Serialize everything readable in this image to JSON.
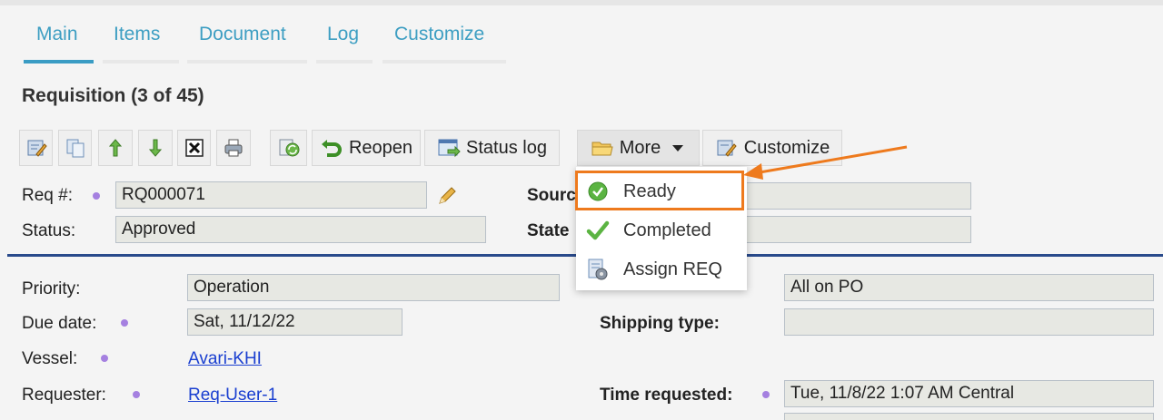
{
  "tabs": [
    {
      "label": "Main",
      "active": true
    },
    {
      "label": "Items"
    },
    {
      "label": "Document"
    },
    {
      "label": "Log"
    },
    {
      "label": "Customize"
    }
  ],
  "page_title": "Requisition (3 of 45)",
  "toolbar": {
    "reopen_label": "Reopen",
    "status_log_label": "Status log",
    "more_label": "More",
    "customize_label": "Customize"
  },
  "more_menu": {
    "items": [
      {
        "label": "Ready",
        "icon": "check-circle-icon"
      },
      {
        "label": "Completed",
        "icon": "checkmark-icon"
      },
      {
        "label": "Assign REQ",
        "icon": "assign-doc-icon"
      }
    ]
  },
  "header_fields": {
    "req_label": "Req #:",
    "req_value": "RQ000071",
    "status_label": "Status:",
    "status_value": "Approved",
    "source_label": "Sourc",
    "state_label": "State"
  },
  "details": {
    "priority_label": "Priority:",
    "priority_value": "Operation",
    "due_label": "Due date:",
    "due_value": "Sat, 11/12/22",
    "vessel_label": "Vessel:",
    "vessel_value": "Avari-KHI",
    "requester_label": "Requester:",
    "requester_value": "Req-User-1",
    "reqon_value": "All on PO",
    "shipping_label": "Shipping type:",
    "time_label": "Time requested:",
    "time_value": "Tue, 11/8/22 1:07 AM Central"
  },
  "colors": {
    "accent": "#3a9cc4",
    "highlight": "#ee7a1d",
    "divider": "#294a8b",
    "required_dot": "#a580e0"
  }
}
